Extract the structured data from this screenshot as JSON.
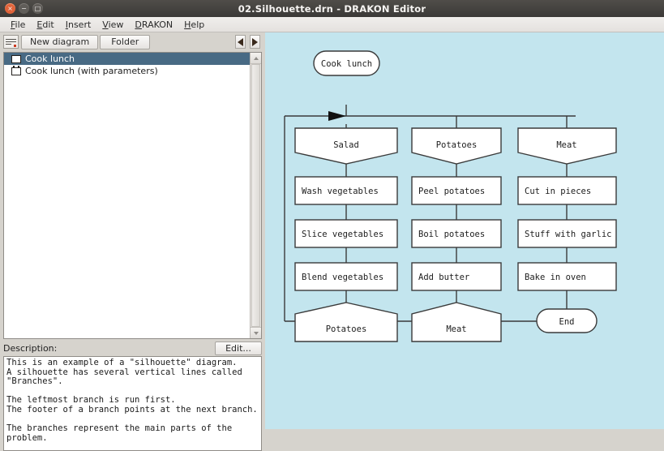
{
  "window": {
    "title": "02.Silhouette.drn - DRAKON Editor",
    "controls": [
      {
        "name": "close",
        "glyph": "×"
      },
      {
        "name": "minimize",
        "glyph": "−"
      },
      {
        "name": "maximize",
        "glyph": "□"
      }
    ]
  },
  "menubar": {
    "items": [
      {
        "mnemonic": "F",
        "rest": "ile"
      },
      {
        "mnemonic": "E",
        "rest": "dit"
      },
      {
        "mnemonic": "I",
        "rest": "nsert"
      },
      {
        "mnemonic": "V",
        "rest": "iew"
      },
      {
        "mnemonic": "D",
        "rest": "RAKON"
      },
      {
        "mnemonic": "H",
        "rest": "elp"
      }
    ]
  },
  "toolbar": {
    "new_diagram_label": "New diagram",
    "folder_label": "Folder",
    "nav_prev_icon": "arrow-left-icon",
    "nav_next_icon": "arrow-right-icon"
  },
  "tree": {
    "items": [
      {
        "label": "Cook lunch",
        "icon": "diagram-icon",
        "selected": true
      },
      {
        "label": "Cook lunch (with parameters)",
        "icon": "diagram-params-icon",
        "selected": false
      }
    ]
  },
  "description": {
    "label": "Description:",
    "edit_label": "Edit...",
    "text": "This is an example of a \"silhouette\" diagram.\nA silhouette has several vertical lines called\n\"Branches\".\n\nThe leftmost branch is run first.\nThe footer of a branch points at the next branch.\n\nThe branches represent the main parts of the\nproblem."
  },
  "canvas": {
    "background": "#c3e5ee",
    "node_fill": "#ffffff",
    "node_stroke": "#3a3a3a",
    "title_node": "Cook lunch",
    "end_node": "End",
    "branches": [
      {
        "header": "Salad",
        "actions": [
          "Wash vegetables",
          "Slice vegetables",
          "Blend vegetables"
        ],
        "footer": "Potatoes"
      },
      {
        "header": "Potatoes",
        "actions": [
          "Peel potatoes",
          "Boil potatoes",
          "Add butter"
        ],
        "footer": "Meat"
      },
      {
        "header": "Meat",
        "actions": [
          "Cut in pieces",
          "Stuff with garlic",
          "Bake in oven"
        ],
        "footer": null
      }
    ]
  }
}
